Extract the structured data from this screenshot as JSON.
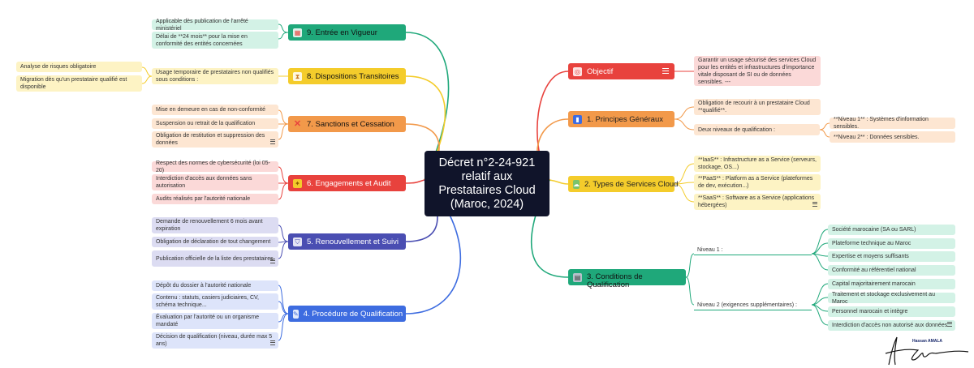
{
  "central": {
    "lines": [
      "Décret n°2-24-921",
      "relatif aux",
      "Prestataires Cloud",
      "(Maroc, 2024)"
    ]
  },
  "colors": {
    "red": "#e8423d",
    "orange": "#f2994a",
    "yellow": "#f4cc2b",
    "green": "#1fa87a",
    "blue": "#3d6ce0",
    "purple": "#4a4eb2",
    "central": "#10142a"
  },
  "branches": {
    "objectif": {
      "icon": "target-icon",
      "label": "Objectif",
      "leaf": "Garantir un usage sécurisé des services Cloud pour les entités et infrastructures d'importance vitale disposant de SI ou de données sensibles. ---"
    },
    "principes": {
      "icon": "book-icon",
      "label": "1. Principes Généraux",
      "leaf1": "Obligation de recourir à un prestataire Cloud **qualifié**.",
      "leaf2": "Deux niveaux de qualification :",
      "sub1": "**Niveau 1** : Systèmes d'information sensibles.",
      "sub2": "**Niveau 2** : Données sensibles."
    },
    "types": {
      "icon": "cloud-icon",
      "label": "2. Types de Services Cloud",
      "items": [
        "**IaaS** : Infrastructure as a Service (serveurs, stockage, OS...)",
        "**PaaS** : Platform as a Service (plateformes de dev, exécution...)",
        "**SaaS** : Software as a Service (applications hébergées)"
      ]
    },
    "conditions": {
      "icon": "clipboard-icon",
      "label": "3. Conditions de Qualification",
      "niveau1": "Niveau 1 :",
      "niveau1_items": [
        "Société marocaine (SA ou SARL)",
        "Plateforme technique au Maroc",
        "Expertise et moyens suffisants",
        "Conformité au référentiel national"
      ],
      "niveau2": "Niveau 2 (exigences supplémentaires) :",
      "niveau2_items": [
        "Capital majoritairement marocain",
        "Traitement et stockage exclusivement au Maroc",
        "Personnel marocain et intègre",
        "Interdiction d'accès non autorisé aux données"
      ]
    },
    "procedure": {
      "icon": "memo-icon",
      "label": "4. Procédure de Qualification",
      "items": [
        "Dépôt du dossier à l'autorité nationale",
        "Contenu : statuts, casiers judiciaires, CV, schéma technique...",
        "Évaluation par l'autorité ou un organisme mandaté",
        "Décision de qualification (niveau, durée max 5 ans)"
      ]
    },
    "renouvellement": {
      "icon": "shield-icon",
      "label": "5. Renouvellement et Suivi",
      "items": [
        "Demande de renouvellement 6 mois avant expiration",
        "Obligation de déclaration de tout changement",
        "Publication officielle de la liste des prestataires"
      ]
    },
    "engagements": {
      "icon": "handshake-icon",
      "label": "6. Engagements et Audit",
      "items": [
        "Respect des normes de cybersécurité (loi 05-20)",
        "Interdiction d'accès aux données sans autorisation",
        "Audits réalisés par l'autorité nationale"
      ]
    },
    "sanctions": {
      "icon": "cross-icon",
      "label": "7. Sanctions et Cessation",
      "items": [
        "Mise en demeure en cas de non-conformité",
        "Suspension ou retrait de la qualification",
        "Obligation de restitution et suppression des données"
      ]
    },
    "transitoires": {
      "icon": "hourglass-icon",
      "label": "8. Dispositions Transitoires",
      "leaf": "Usage temporaire de prestataires non qualifiés sous conditions :",
      "sub": [
        "Analyse de risques obligatoire",
        "Migration dès qu'un prestataire qualifié est disponible"
      ]
    },
    "vigueur": {
      "icon": "calendar-icon",
      "label": "9. Entrée en Vigueur",
      "items": [
        "Applicable dès publication de l'arrêté ministériel",
        "Délai de **24 mois** pour la mise en conformité des entités concernées"
      ]
    }
  },
  "signature": {
    "name": "Hassan AMALA"
  }
}
